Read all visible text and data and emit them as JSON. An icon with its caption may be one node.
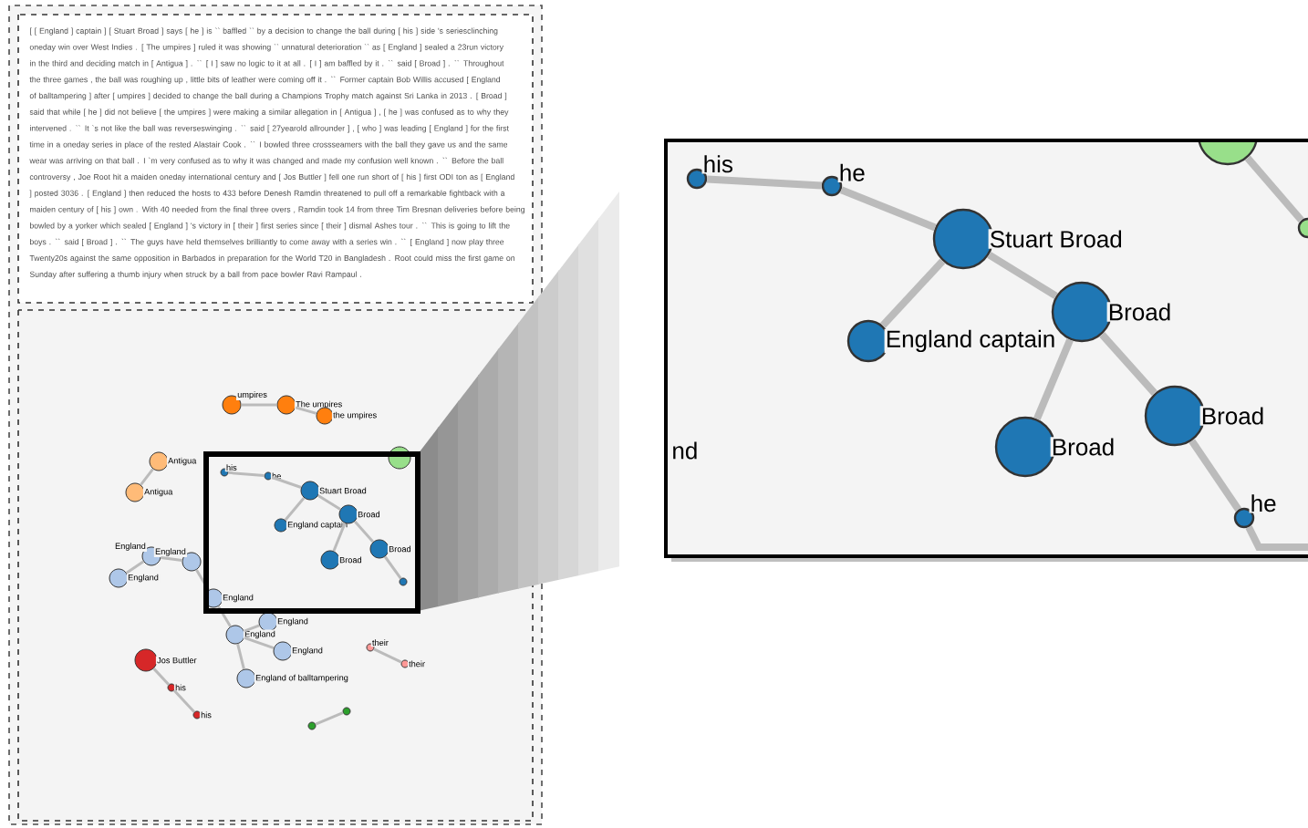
{
  "diagram": {
    "nodes": [
      {
        "text": [
          "umpires"
        ]
      },
      {
        "text": [
          "The umpires"
        ]
      },
      {
        "text": [
          "the umpires"
        ]
      },
      {
        "text": [
          "Antigua"
        ]
      },
      {
        "text": [
          "Antigua"
        ]
      },
      {
        "text": [],
        "shape": "circle"
      },
      {
        "text": [
          "his"
        ]
      },
      {
        "text": [
          "he"
        ]
      },
      {
        "text": [
          "Stuart Broad"
        ]
      },
      {
        "text": [
          "England captain"
        ]
      },
      {
        "text": [
          "Broad"
        ]
      },
      {
        "text": [
          "Broad"
        ]
      },
      {
        "text": [
          "Broad"
        ]
      },
      {
        "text": [],
        "shape": "circle"
      },
      {
        "text": [
          "England"
        ]
      },
      {
        "text": [
          "England"
        ]
      },
      {
        "text": [
          "England"
        ]
      },
      {
        "text": [
          "England"
        ]
      },
      {
        "text": [
          "England"
        ]
      },
      {
        "text": [
          "England"
        ]
      },
      {
        "text": [
          "England"
        ]
      },
      {
        "text": [
          "England of balltampering"
        ]
      },
      {
        "text": [
          "Jos Buttler"
        ]
      },
      {
        "text": [
          "his"
        ]
      },
      {
        "text": [
          "his"
        ]
      },
      {
        "text": [
          "their"
        ]
      },
      {
        "text": [
          "their"
        ]
      },
      {
        "text": [],
        "shape": "circle"
      },
      {
        "text": [],
        "shape": "circle"
      },
      {
        "text": [
          "his"
        ]
      },
      {
        "text": [
          "he"
        ]
      },
      {
        "text": [
          "Stuart Broad"
        ]
      },
      {
        "text": [
          "England captain"
        ]
      },
      {
        "text": [
          "Broad"
        ]
      },
      {
        "text": [
          "Broad"
        ]
      },
      {
        "text": [
          "Broad"
        ]
      },
      {
        "text": [
          "he"
        ]
      },
      {
        "text": [],
        "shape": "circle"
      },
      {
        "text": [],
        "shape": "circle"
      }
    ],
    "edges": [
      {
        "from": 0,
        "to": 1,
        "arrow": "none"
      },
      {
        "from": 1,
        "to": 2,
        "arrow": "none"
      },
      {
        "from": 3,
        "to": 4,
        "arrow": "none"
      },
      {
        "from": 6,
        "to": 7,
        "arrow": "none"
      },
      {
        "from": 7,
        "to": 8,
        "arrow": "none"
      },
      {
        "from": 8,
        "to": 9,
        "arrow": "none"
      },
      {
        "from": 8,
        "to": 10,
        "arrow": "none"
      },
      {
        "from": 10,
        "to": 11,
        "arrow": "none"
      },
      {
        "from": 10,
        "to": 12,
        "arrow": "none"
      },
      {
        "from": 12,
        "to": 13,
        "arrow": "none"
      },
      {
        "from": 14,
        "to": 15,
        "arrow": "none"
      },
      {
        "from": 14,
        "to": 16,
        "arrow": "none"
      },
      {
        "from": 16,
        "to": 17,
        "arrow": "none"
      },
      {
        "from": 17,
        "to": 19,
        "arrow": "none"
      },
      {
        "from": 18,
        "to": 19,
        "arrow": "none"
      },
      {
        "from": 19,
        "to": 20,
        "arrow": "none"
      },
      {
        "from": 19,
        "to": 21,
        "arrow": "none"
      },
      {
        "from": 22,
        "to": 23,
        "arrow": "none"
      },
      {
        "from": 23,
        "to": 24,
        "arrow": "none"
      },
      {
        "from": 25,
        "to": 26,
        "arrow": "none"
      },
      {
        "from": 27,
        "to": 28,
        "arrow": "none"
      },
      {
        "from": 29,
        "to": 30,
        "arrow": "none",
        "style": "thick"
      },
      {
        "from": 30,
        "to": 31,
        "arrow": "none",
        "style": "thick"
      },
      {
        "from": 31,
        "to": 32,
        "arrow": "none",
        "style": "thick"
      },
      {
        "from": 31,
        "to": 33,
        "arrow": "none",
        "style": "thick"
      },
      {
        "from": 33,
        "to": 34,
        "arrow": "none",
        "style": "thick"
      },
      {
        "from": 33,
        "to": 35,
        "arrow": "none",
        "style": "thick"
      },
      {
        "from": 35,
        "to": 36,
        "arrow": "none",
        "style": "thick"
      },
      {
        "from": 36,
        "to": null,
        "arrow": "none",
        "style": "thick"
      },
      {
        "from": 37,
        "to": 38,
        "arrow": "none",
        "style": "thick"
      }
    ],
    "labels": [
      "[ [ England ] captain ] [ Stuart Broad ] says [ he ] is `` baffled `` by a decision to change the ball during [ his ] side 's seriesclinching oneday win over West Indies . [ The umpires ] ruled it was showing `` unnatural deterioration `` as [ England ] sealed a 23run victory in the third and deciding match in [ Antigua ] . `` [ I ] saw no logic to it at all . [ I ] am baffled by it . `` said [ Broad ] . `` Throughout the three games , the ball was roughing up , little bits of leather were coming off it . `` Former captain Bob Willis accused [ England of balltampering ] after [ umpires ] decided to change the ball during a Champions Trophy match against Sri Lanka in 2013 . [ Broad ] said that while [ he ] did not believe [ the umpires ] were making a similar allegation in [ Antigua ] , [ he ] was confused as to why they intervened . `` It `s not like the ball was reverseswinging . `` said [ 27yearold allrounder ] , [ who ] was leading [ England ] for the first time in a oneday series in place of the rested Alastair Cook . `` I bowled three crossseamers with the ball they gave us and the same wear was arriving on that ball . I `m very confused as to why it was changed and made my confusion well known . `` Before the ball controversy , Joe Root hit a maiden oneday international century and [ Jos Buttler ] fell one run short of [ his ] first ODI ton as [ England ] posted 3036 . [ England ] then reduced the hosts to 433 before Denesh Ramdin threatened to pull off a remarkable fightback with a maiden century of [ his ] own . With 40 needed from the final three overs , Ramdin took 14 from three Tim Bresnan deliveries before being bowled by a yorker which sealed [ England ] 's victory in [ their ] first series since [ their ] dismal Ashes tour . `` This is going to lift the boys . `` said [ Broad ] . `` The guys have held themselves brilliantly to come away with a series win . `` [ England ] now play three Twenty20s against the same opposition in Barbados in preparation for the World T20 in Bangladesh . Root could miss the first game on Sunday after suffering a thumb injury when struck by a ball from pace bowler Ravi Rampaul .",
      "nd"
    ]
  }
}
